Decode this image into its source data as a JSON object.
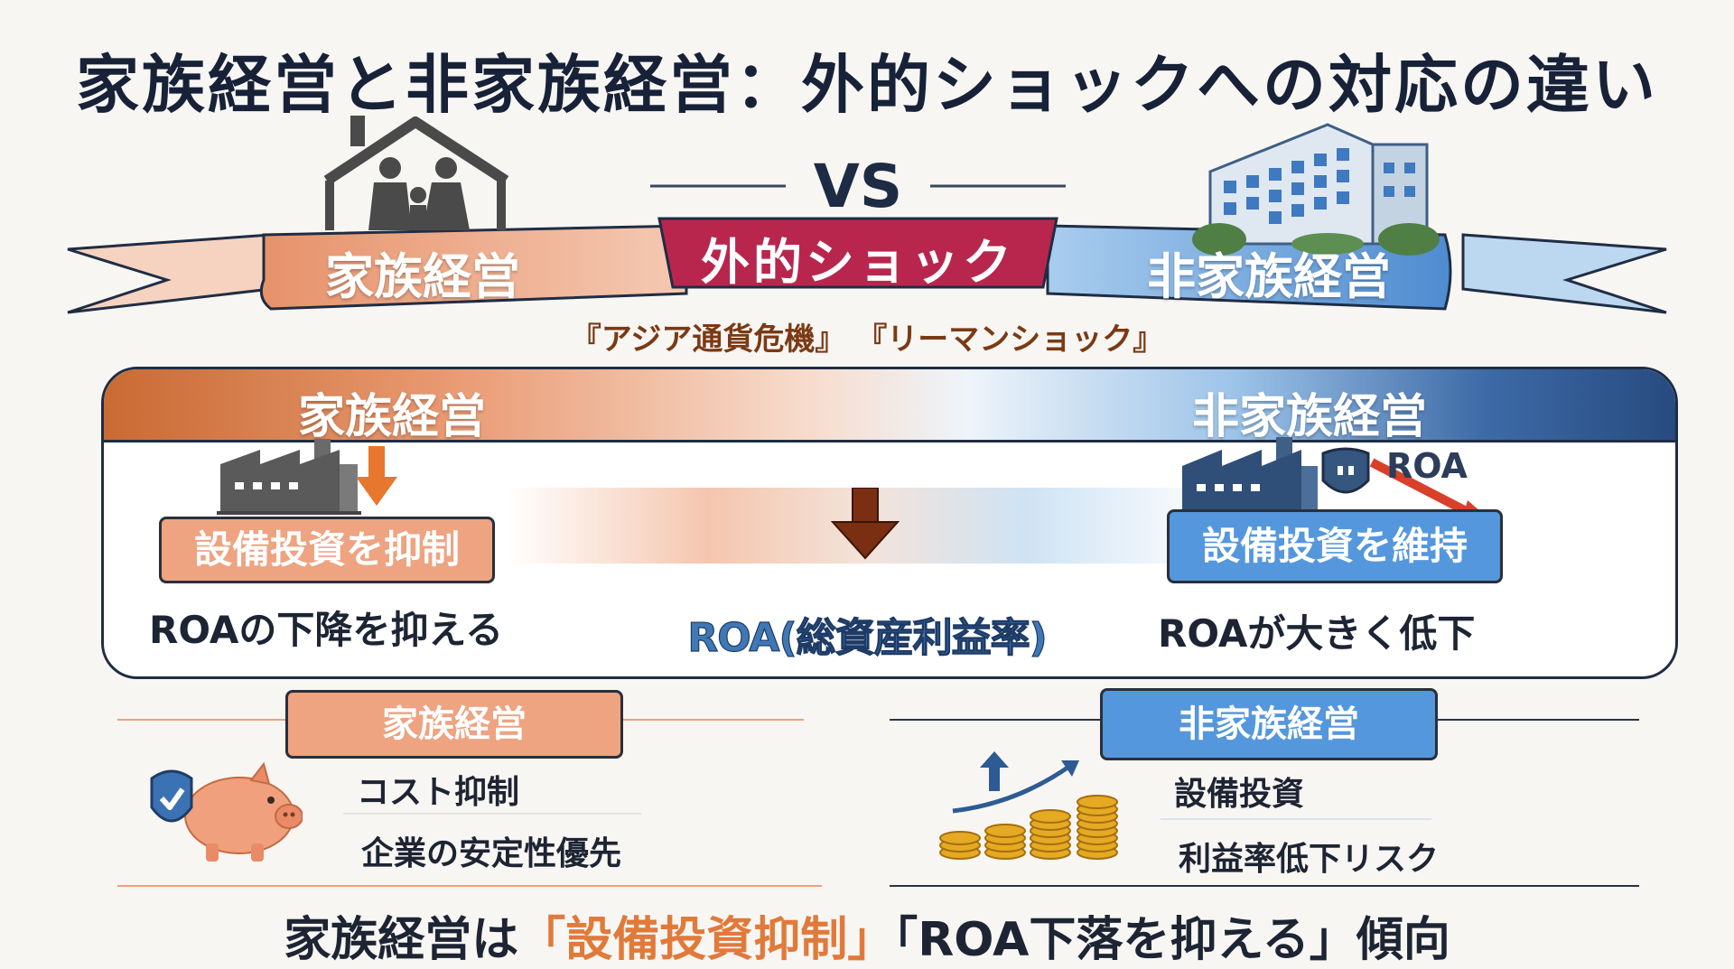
{
  "title": "家族経営と非家族経営：外的ショックへの対応の違い",
  "header": {
    "vs_label": "VS",
    "left_ribbon_label": "家族経営",
    "shock_label": "外的ショック",
    "right_ribbon_label": "非家族経営",
    "crises": "『アジア通貨危機』 『リーマンショック』"
  },
  "panel": {
    "left_head": "家族経営",
    "right_head": "非家族経営",
    "left_box": "設備投資を抑制",
    "right_box": "設備投資を維持",
    "left_result": "ROAの下降を抑える",
    "center_label": "ROA(総資産利益率)",
    "right_result": "ROAが大きく低下",
    "roa_icon_label": "ROA"
  },
  "lower": {
    "family": {
      "title": "家族経営",
      "items": [
        "コスト抑制",
        "企業の安定性優先"
      ]
    },
    "non_family": {
      "title": "非家族経営",
      "items": [
        "設備投資",
        "利益率低下リスク"
      ]
    }
  },
  "conclusion": {
    "prefix": "家族経営は",
    "highlight": "「設備投資抑制」",
    "suffix": "「ROA下落を抑える」傾向"
  },
  "colors": {
    "family_orange": "#eea381",
    "non_family_blue": "#5597dc",
    "shock_red": "#b8264e",
    "navy": "#1f2d44"
  }
}
